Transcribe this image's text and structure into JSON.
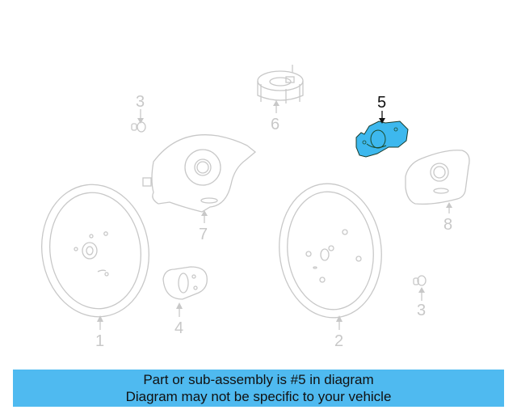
{
  "diagram": {
    "highlight_color": "#3db8ee",
    "line_color": "#c8c8c8",
    "highlighted_part": "5",
    "callouts": [
      {
        "id": "1",
        "label": "1",
        "part": "steering-wheel-left"
      },
      {
        "id": "2",
        "label": "2",
        "part": "steering-wheel-right"
      },
      {
        "id": "3a",
        "label": "3",
        "part": "screw-upper-left"
      },
      {
        "id": "3b",
        "label": "3",
        "part": "screw-lower-right"
      },
      {
        "id": "4",
        "label": "4",
        "part": "bracket"
      },
      {
        "id": "5",
        "label": "5",
        "part": "clock-spring-highlighted"
      },
      {
        "id": "6",
        "label": "6",
        "part": "contact-ring"
      },
      {
        "id": "7",
        "label": "7",
        "part": "airbag-module-left"
      },
      {
        "id": "8",
        "label": "8",
        "part": "airbag-module-right"
      }
    ]
  },
  "banner": {
    "background": "#4fbaf0",
    "line1": "Part or sub-assembly is #5 in diagram",
    "line2": "Diagram may not be specific to your vehicle"
  }
}
